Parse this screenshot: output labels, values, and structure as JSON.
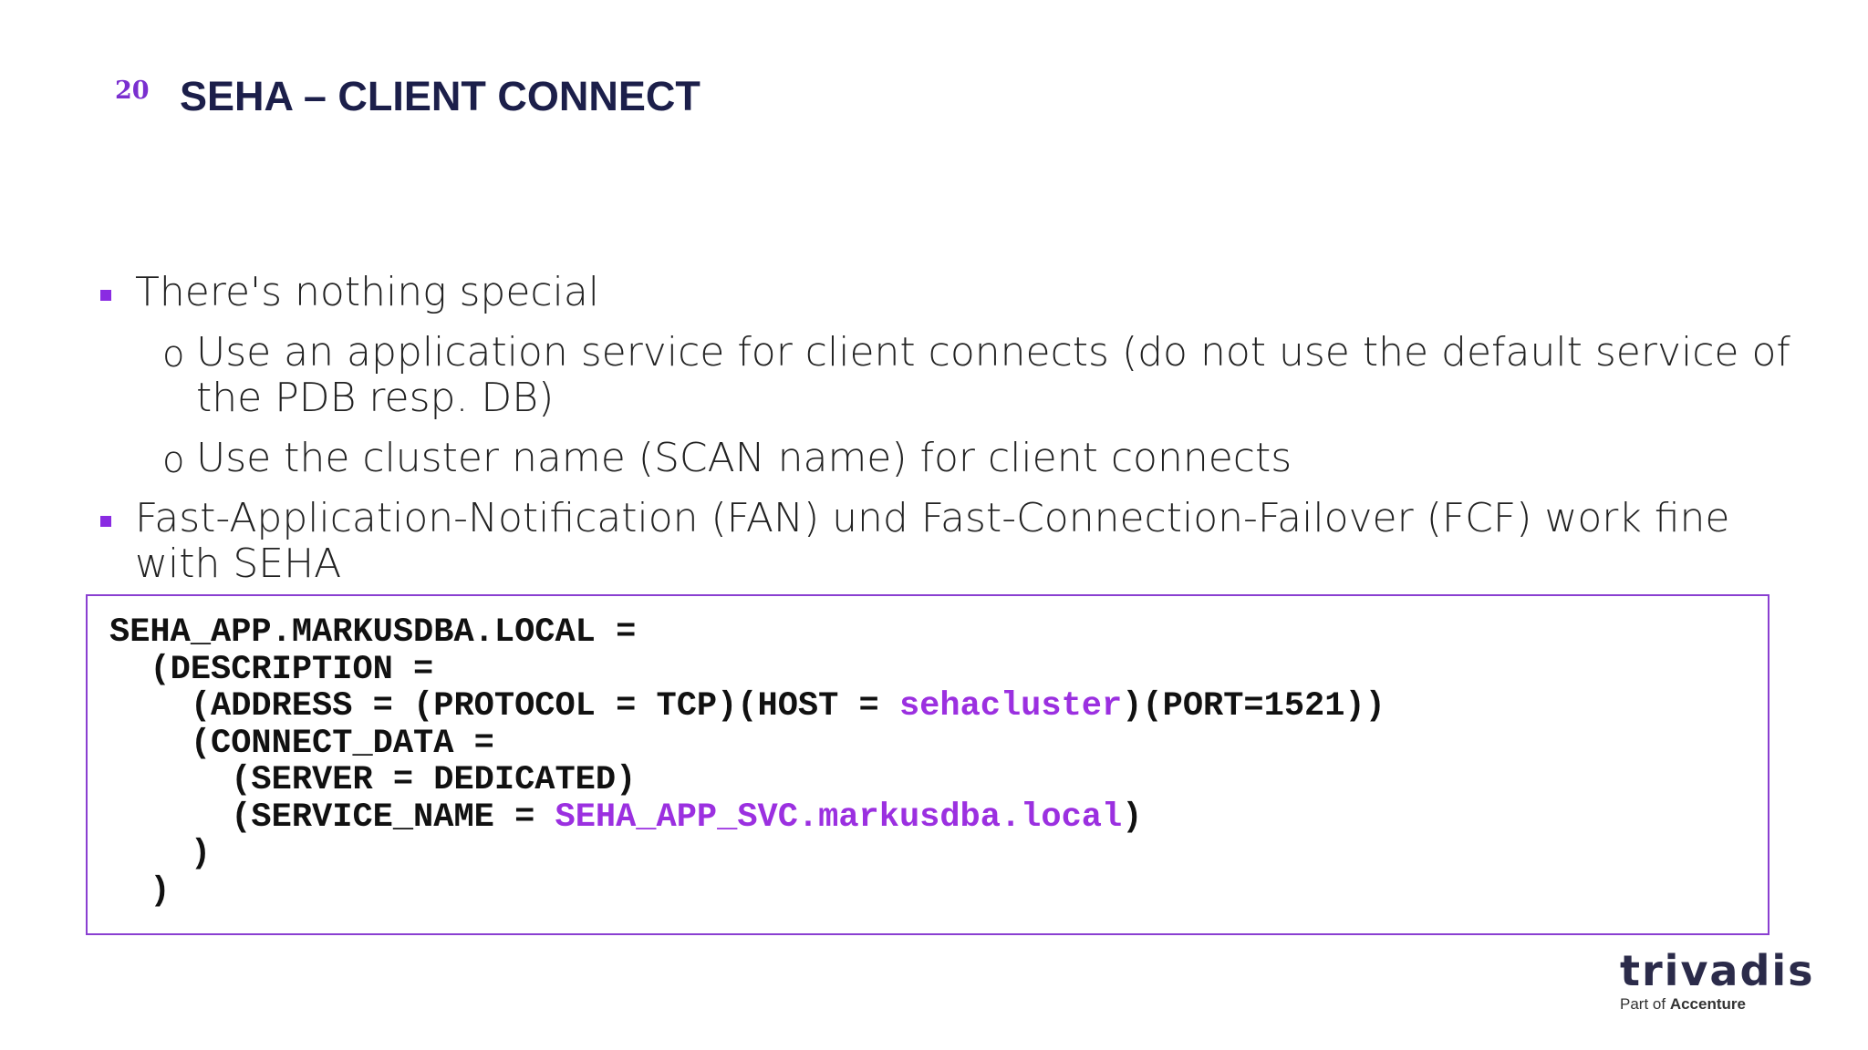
{
  "slide": {
    "number": "20",
    "title": "SEHA – CLIENT CONNECT"
  },
  "bullets": [
    {
      "level": 1,
      "text": "There's nothing special"
    },
    {
      "level": 2,
      "text": "Use an application service for client connects (do not use the default service of the PDB resp. DB)"
    },
    {
      "level": 2,
      "text": "Use the cluster name (SCAN name) for client connects"
    },
    {
      "level": 1,
      "text": "Fast-Application-Notification (FAN) und Fast-Connection-Failover (FCF) work fine with SEHA"
    }
  ],
  "code": {
    "line1": "SEHA_APP.MARKUSDBA.LOCAL =",
    "line2": "  (DESCRIPTION =",
    "line3_pre": "    (ADDRESS = (PROTOCOL = TCP)(HOST = ",
    "line3_host": "sehacluster",
    "line3_post": ")(PORT=1521))",
    "line4": "    (CONNECT_DATA =",
    "line5": "      (SERVER = DEDICATED)",
    "line6_pre": "      (SERVICE_NAME = ",
    "line6_service": "SEHA_APP_SVC.markusdba.local",
    "line6_post": ")",
    "line7": "    )",
    "line8": "  )"
  },
  "logo": {
    "name": "trivadis",
    "sub_prefix": "Part of ",
    "sub_brand": "Accenture"
  },
  "colors": {
    "accent": "#8a2be2",
    "title": "#1c1f4a",
    "highlight": "#9b30e0"
  }
}
